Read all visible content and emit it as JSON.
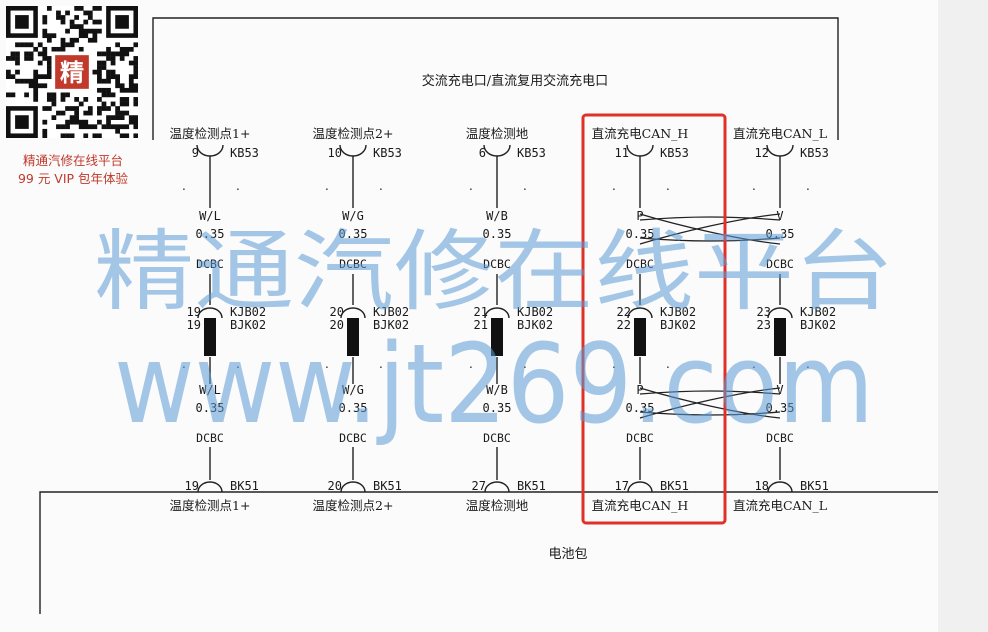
{
  "promo": {
    "line1": "精通汽修在线平台",
    "line2": "99 元 VIP 包年体验",
    "qr_badge": "精",
    "color": "#c0392b"
  },
  "watermark": {
    "line1": "精通汽修在线平台",
    "line2": "www.jt269.com",
    "color": "#5b9bd5"
  },
  "top_box": {
    "title": "交流充电口/直流复用交流充电口",
    "connector": "KB53"
  },
  "bottom_box": {
    "title": "电池包",
    "connector": "BK51"
  },
  "inline_connector": {
    "line1": "KJB02",
    "line2": "BJK02"
  },
  "highlight_color": "#e0302a",
  "circuits": [
    {
      "top_label": "温度检测点1+",
      "top_pin": "9",
      "wire_color": "W/L",
      "wire_size": "0.35",
      "wire_type": "DCBC",
      "mid_pin_top": "19",
      "mid_pin_bottom": "19",
      "wire_color_2": "W/L",
      "wire_size_2": "0.35",
      "wire_type_2": "DCBC",
      "bottom_pin": "19",
      "bottom_label": "温度检测点1+"
    },
    {
      "top_label": "温度检测点2+",
      "top_pin": "10",
      "wire_color": "W/G",
      "wire_size": "0.35",
      "wire_type": "DCBC",
      "mid_pin_top": "20",
      "mid_pin_bottom": "20",
      "wire_color_2": "W/G",
      "wire_size_2": "0.35",
      "wire_type_2": "DCBC",
      "bottom_pin": "20",
      "bottom_label": "温度检测点2+"
    },
    {
      "top_label": "温度检测地",
      "top_pin": "6",
      "wire_color": "W/B",
      "wire_size": "0.35",
      "wire_type": "DCBC",
      "mid_pin_top": "21",
      "mid_pin_bottom": "21",
      "wire_color_2": "W/B",
      "wire_size_2": "0.35",
      "wire_type_2": "DCBC",
      "bottom_pin": "27",
      "bottom_label": "温度检测地"
    },
    {
      "top_label": "直流充电CAN_H",
      "top_pin": "11",
      "wire_color": "P",
      "wire_size": "0.35",
      "wire_type": "DCBC",
      "mid_pin_top": "22",
      "mid_pin_bottom": "22",
      "wire_color_2": "P",
      "wire_size_2": "0.35",
      "wire_type_2": "DCBC",
      "bottom_pin": "17",
      "bottom_label": "直流充电CAN_H"
    },
    {
      "top_label": "直流充电CAN_L",
      "top_pin": "12",
      "wire_color": "V",
      "wire_size": "0.35",
      "wire_type": "DCBC",
      "mid_pin_top": "23",
      "mid_pin_bottom": "23",
      "wire_color_2": "V",
      "wire_size_2": "0.35",
      "wire_type_2": "DCBC",
      "bottom_pin": "18",
      "bottom_label": "直流充电CAN_L"
    }
  ]
}
